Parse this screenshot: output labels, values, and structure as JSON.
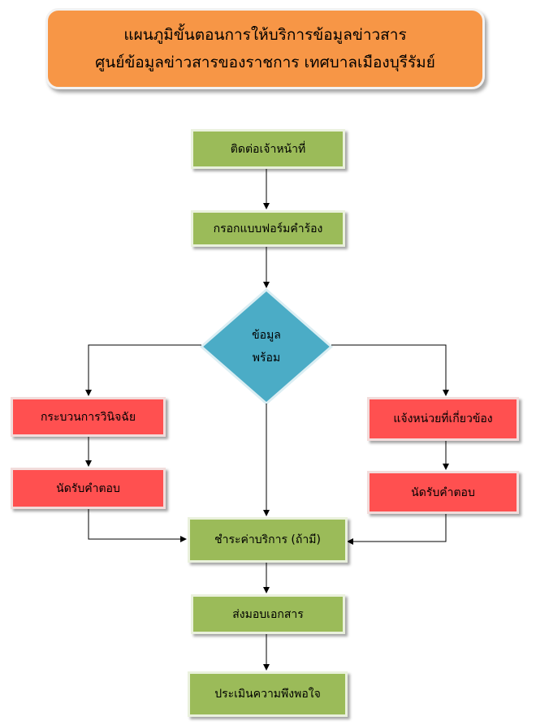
{
  "title": {
    "line1": "แผนภูมิขั้นตอนการให้บริการข้อมูลข่าวสาร",
    "line2": "ศูนย์ข้อมูลข่าวสารของราชการ เทศบาลเมืองบุรีรัมย์"
  },
  "steps": {
    "contact": "ติดต่อเจ้าหน้าที่",
    "fill_form": "กรอกแบบฟอร์มคำร้อง",
    "decision_line1": "ข้อมูล",
    "decision_line2": "พร้อม",
    "left_process": "กระบวนการวินิจฉัย",
    "left_appointment": "นัดรับคำตอบ",
    "right_notify": "แจ้งหน่วยที่เกี่ยวข้อง",
    "right_appointment": "นัดรับคำตอบ",
    "payment": "ชำระค่าบริการ (ถ้ามี)",
    "deliver": "ส่งมอบเอกสาร",
    "evaluate": "ประเมินความพึงพอใจ"
  },
  "colors": {
    "title": "#f79646",
    "green_step": "#9bbb59",
    "red_step": "#ff5050",
    "decision": "#4bacc6"
  }
}
